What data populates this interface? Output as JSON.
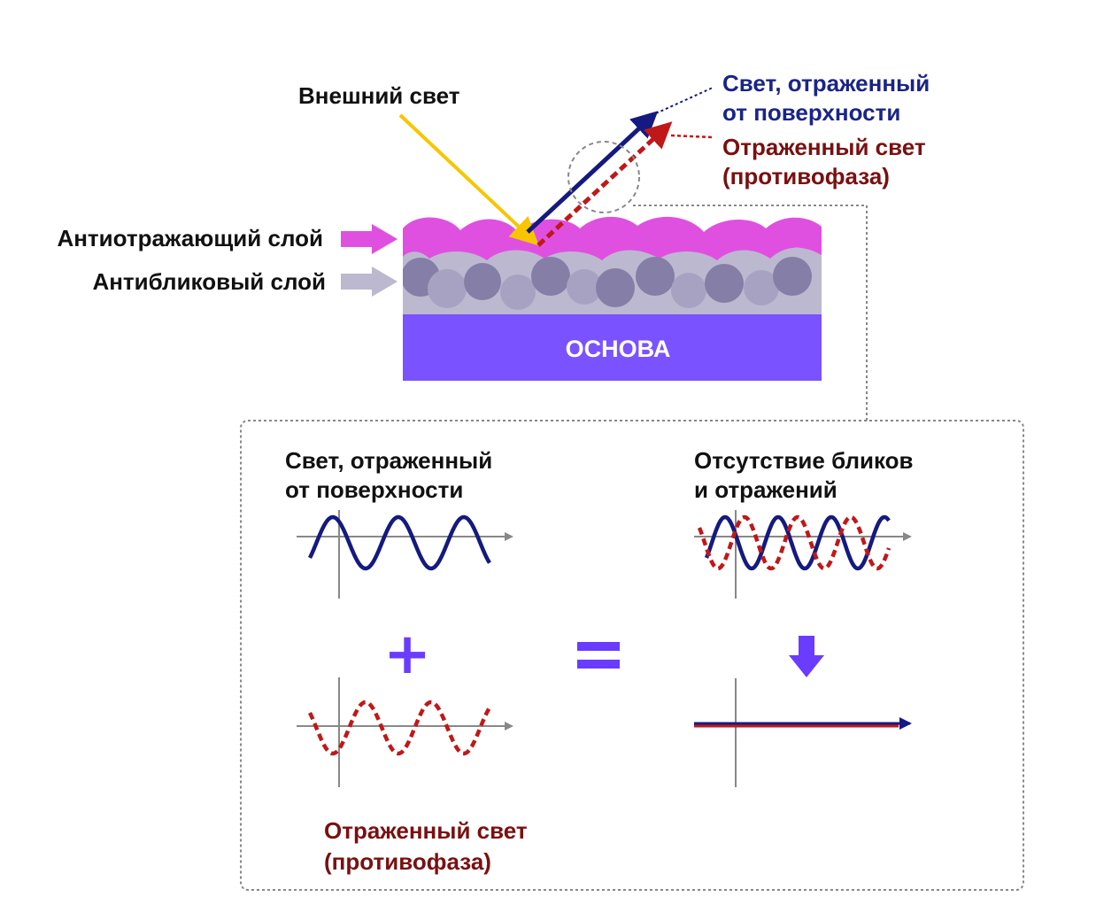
{
  "labels": {
    "external_light": "Внешний свет",
    "surface_reflected_1": "Свет, отраженный",
    "surface_reflected_2": "от поверхности",
    "reflected_antiphase_1": "Отраженный свет",
    "reflected_antiphase_2": "(противофаза)",
    "antireflective_layer": "Антиотражающий слой",
    "antiglare_layer": "Антибликовый слой",
    "base": "ОСНОВА"
  },
  "inset": {
    "surface_title_1": "Свет, отраженный",
    "surface_title_2": "от поверхности",
    "result_title_1": "Отсутствие  бликов",
    "result_title_2": "и отражений",
    "antiphase_title_1": "Отраженный свет",
    "antiphase_title_2": "(противофаза)",
    "plus": "+",
    "equals": "="
  },
  "colors": {
    "incoming_light": "#f7c600",
    "surface_wave": "#141a80",
    "antiphase_wave": "#c01818",
    "ar_layer": "#e050e0",
    "ag_layer": "#bcb8d0",
    "particles": "#857ea6",
    "base": "#7a52ff",
    "operator": "#6a3cff"
  }
}
